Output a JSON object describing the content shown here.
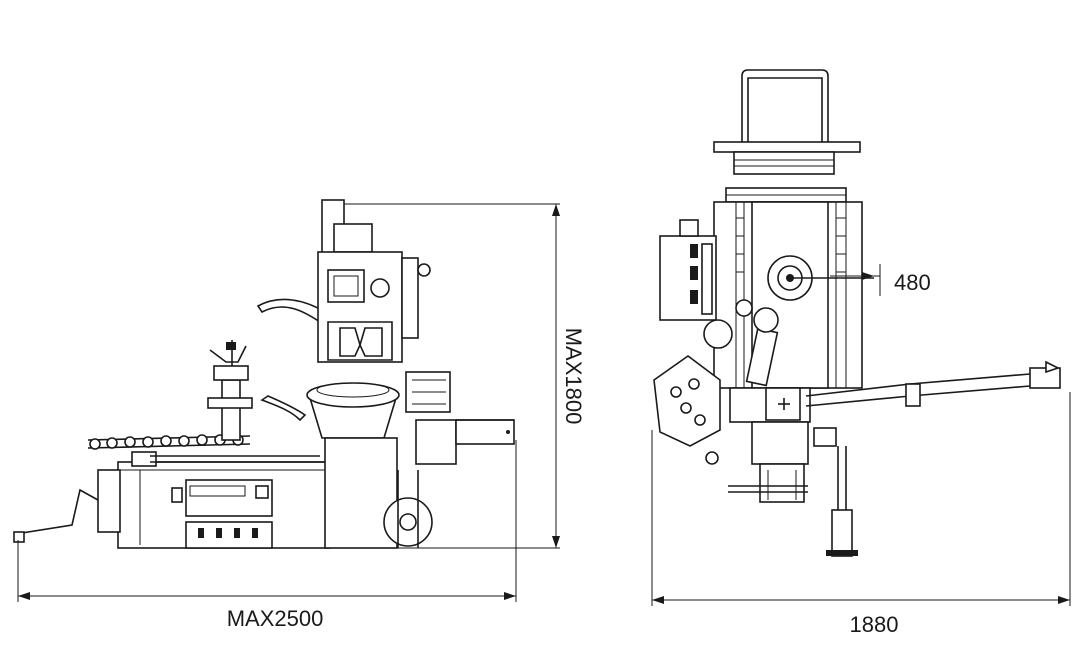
{
  "dimensions": {
    "width_side": "MAX2500",
    "height_side": "MAX1800",
    "width_front": "1880",
    "arm_offset": "480"
  },
  "colors": {
    "line": "#1a1a1a",
    "background": "#ffffff"
  }
}
